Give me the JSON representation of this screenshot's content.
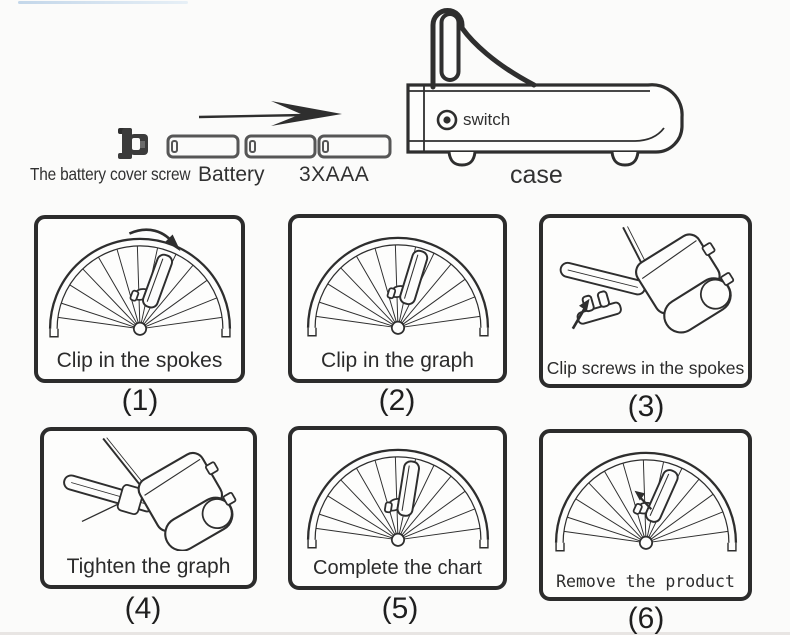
{
  "legend": {
    "screw_label": "The battery cover screw",
    "battery_label": "Battery",
    "battery_spec": "3XAAA",
    "switch_label": "switch",
    "case_label": "case"
  },
  "steps": [
    {
      "number": "(1)",
      "caption": "Clip in the spokes"
    },
    {
      "number": "(2)",
      "caption": "Clip in the graph"
    },
    {
      "number": "(3)",
      "caption": "Clip screws in the spokes"
    },
    {
      "number": "(4)",
      "caption": "Tighten the graph"
    },
    {
      "number": "(5)",
      "caption": "Complete the chart"
    },
    {
      "number": "(6)",
      "caption": "Remove the product"
    }
  ],
  "colors": {
    "ink": "#2e2e2e",
    "paper": "#fbfbfa",
    "scan_artifact_blue": "#aac8e4"
  }
}
